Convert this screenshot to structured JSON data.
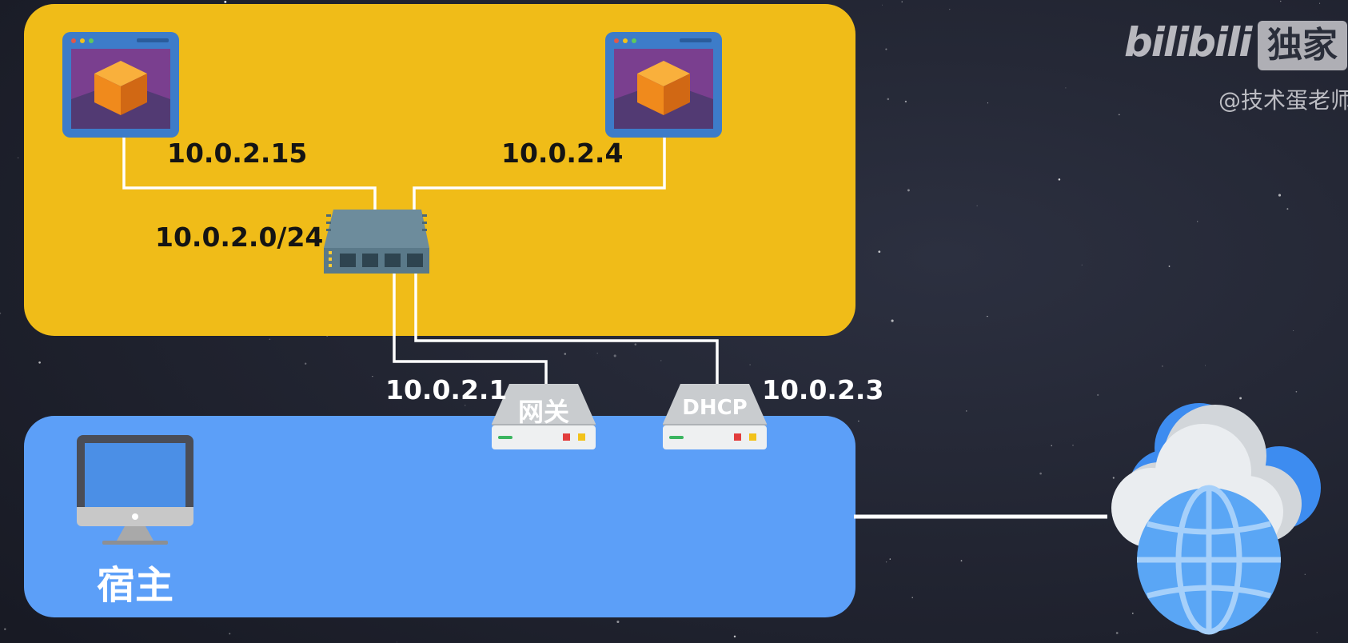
{
  "colors": {
    "background": "#1f2230",
    "nat_network_zone": "#f0bc18",
    "host_zone": "#5c9ff8",
    "link": "#ffffff",
    "vm_frame": "#3d7cc9",
    "vm_screen": "#7a3f8f",
    "vm_cube": "#f08a1c",
    "switch": "#5a7989",
    "appliance": "#c9cccf",
    "cloud": "#e6e9ec",
    "globe": "#5aa6f5"
  },
  "nat_network": {
    "subnet_label": "10.0.2.0/24",
    "vms": [
      {
        "ip": "10.0.2.15",
        "icon": "virtual-machine-icon"
      },
      {
        "ip": "10.0.2.4",
        "icon": "virtual-machine-icon"
      }
    ],
    "switch_icon": "network-switch-icon"
  },
  "services": {
    "gateway": {
      "name": "网关",
      "ip": "10.0.2.1",
      "icon": "server-appliance-icon"
    },
    "dhcp": {
      "name": "DHCP",
      "ip": "10.0.2.3",
      "icon": "server-appliance-icon"
    }
  },
  "host": {
    "label": "宿主",
    "icon": "desktop-monitor-icon"
  },
  "internet": {
    "icon": "cloud-globe-icon"
  },
  "watermark": {
    "logo": "bilibili",
    "tag": "独家",
    "author": "@技术蛋老师"
  }
}
